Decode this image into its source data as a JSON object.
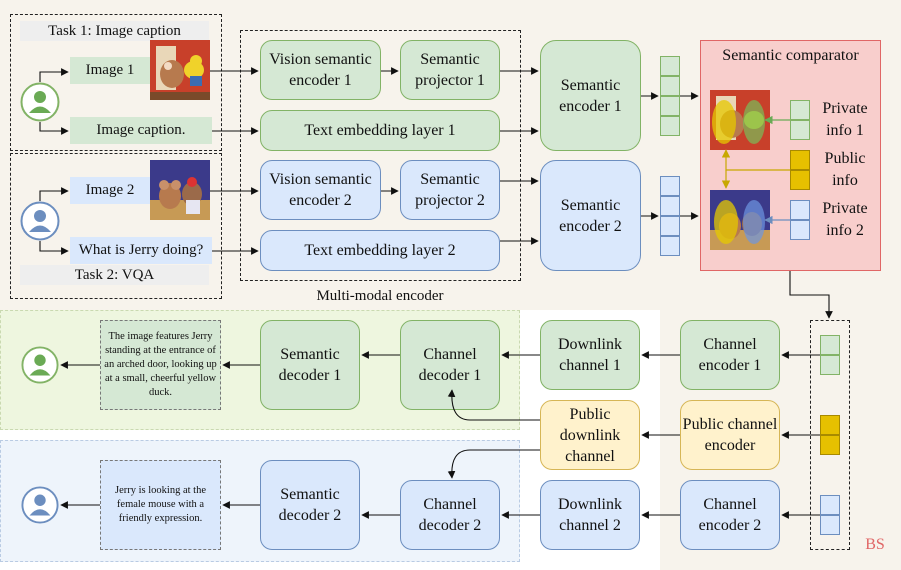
{
  "tasks": {
    "task1_title": "Task 1: Image caption",
    "task2_title": "Task 2: VQA",
    "image1_label": "Image 1",
    "caption_label": "Image caption.",
    "image2_label": "Image 2",
    "question_label": "What is Jerry doing?"
  },
  "encoder": {
    "title": "Multi-modal encoder",
    "vision_encoder_1": "Vision semantic encoder 1",
    "semantic_projector_1": "Semantic projector 1",
    "text_embedding_1": "Text embedding layer 1",
    "vision_encoder_2": "Vision semantic encoder 2",
    "semantic_projector_2": "Semantic projector 2",
    "text_embedding_2": "Text embedding layer 2",
    "semantic_encoder_1": "Semantic encoder 1",
    "semantic_encoder_2": "Semantic encoder 2"
  },
  "comparator": {
    "title": "Semantic comparator",
    "private_info_1": "Private info 1",
    "public_info": "Public info",
    "private_info_2": "Private info 2"
  },
  "bs_label": "BS",
  "downlink": {
    "channel_encoder_1": "Channel encoder 1",
    "public_channel_encoder": "Public channel encoder",
    "channel_encoder_2": "Channel encoder 2",
    "downlink_channel_1": "Downlink channel 1",
    "public_downlink_channel": "Public downlink channel",
    "downlink_channel_2": "Downlink channel 2",
    "channel_decoder_1": "Channel decoder 1",
    "channel_decoder_2": "Channel decoder 2",
    "semantic_decoder_1": "Semantic decoder 1",
    "semantic_decoder_2": "Semantic decoder 2"
  },
  "outputs": {
    "output_1": "The image features Jerry standing at the entrance of an arched door, looking up at a small, cheerful yellow duck.",
    "output_2": "Jerry is looking at the female mouse with a friendly expression."
  },
  "colors": {
    "green_fill": "#d5e8d4",
    "green_border": "#82b366",
    "blue_fill": "#dae8fc",
    "blue_border": "#6c8ebf",
    "yellow_fill": "#fff2cc",
    "yellow_border": "#d6b656",
    "public_vector": "#e6c000",
    "comparator_fill": "#f8cecc",
    "comparator_border": "#e06666",
    "bs_region": "#f7f3ec"
  }
}
